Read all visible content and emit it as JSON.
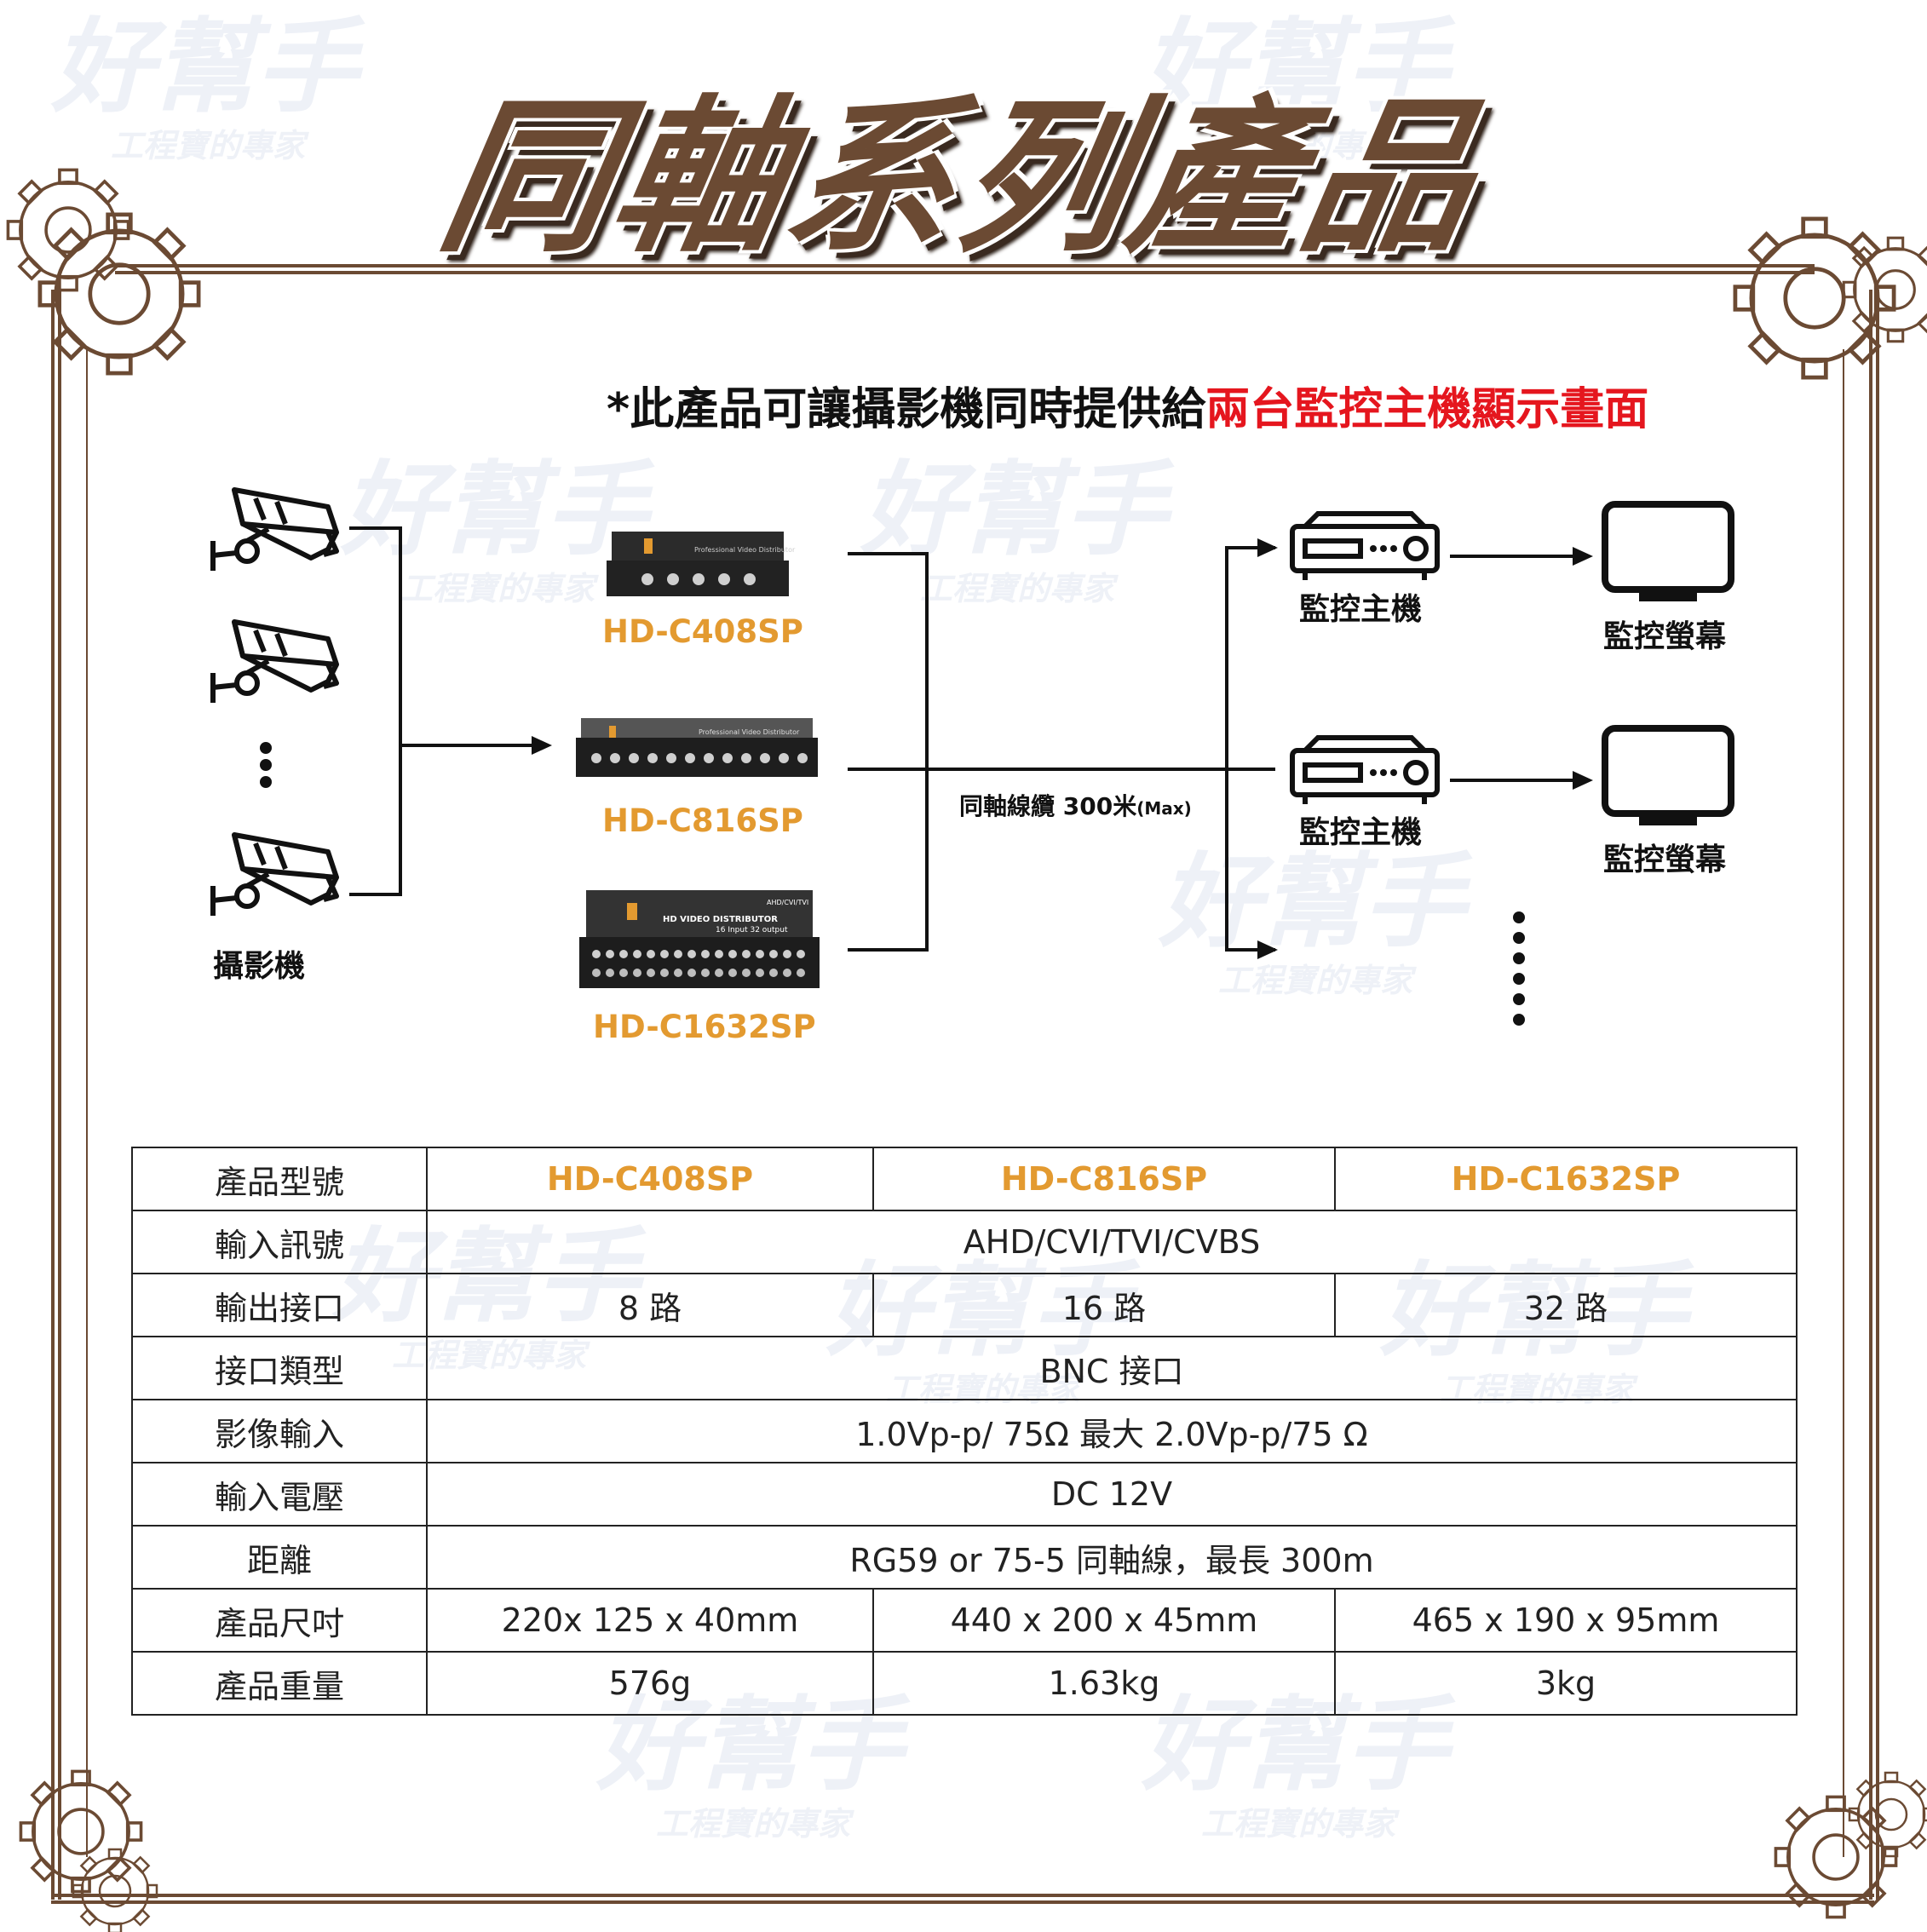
{
  "title": "同軸系列產品",
  "note": {
    "prefix": "*此產品可讓攝影機同時提供給",
    "highlight": "兩台監控主機顯示畫面"
  },
  "watermark": {
    "brand": "好幫手",
    "slogan": "工程寶的專家"
  },
  "diagram": {
    "camera_label": "攝影機",
    "products": [
      "HD-C408SP",
      "HD-C816SP",
      "HD-C1632SP"
    ],
    "device_texts": {
      "c408": "Professional Video Distributor",
      "c816": "Professional Video Distributor",
      "c1632_brand": "AHD/CVI/TVI",
      "c1632_name": "HD VIDEO DISTRIBUTOR",
      "c1632_spec": "16 Input 32 output"
    },
    "cable": {
      "label": "同軸線纜 300米",
      "unit": "(Max)"
    },
    "dvr_label": "監控主機",
    "monitor_label": "監控螢幕",
    "colors": {
      "accent": "#e39a30",
      "highlight": "#e5161e",
      "frame": "#6b4a33"
    }
  },
  "table": {
    "headers": [
      "產品型號",
      "HD-C408SP",
      "HD-C816SP",
      "HD-C1632SP"
    ],
    "rows": {
      "input_signal": {
        "label": "輸入訊號",
        "value": "AHD/CVI/TVI/CVBS"
      },
      "output": {
        "label": "輸出接口",
        "values": [
          "8 路",
          "16 路",
          "32 路"
        ]
      },
      "port_type": {
        "label": "接口類型",
        "value": "BNC 接口"
      },
      "video_input": {
        "label": "影像輸入",
        "value": "1.0Vp-p/ 75Ω  最大 2.0Vp-p/75  Ω"
      },
      "voltage": {
        "label": "輸入電壓",
        "value": "DC 12V"
      },
      "distance": {
        "label": "距離",
        "value": "RG59 or 75-5 同軸線，最長  300m"
      },
      "size": {
        "label": "產品尺吋",
        "values": [
          "220x 125 x 40mm",
          "440 x 200 x 45mm",
          "465 x 190 x 95mm"
        ]
      },
      "weight": {
        "label": "產品重量",
        "values": [
          "576g",
          "1.63kg",
          "3kg"
        ]
      }
    }
  }
}
